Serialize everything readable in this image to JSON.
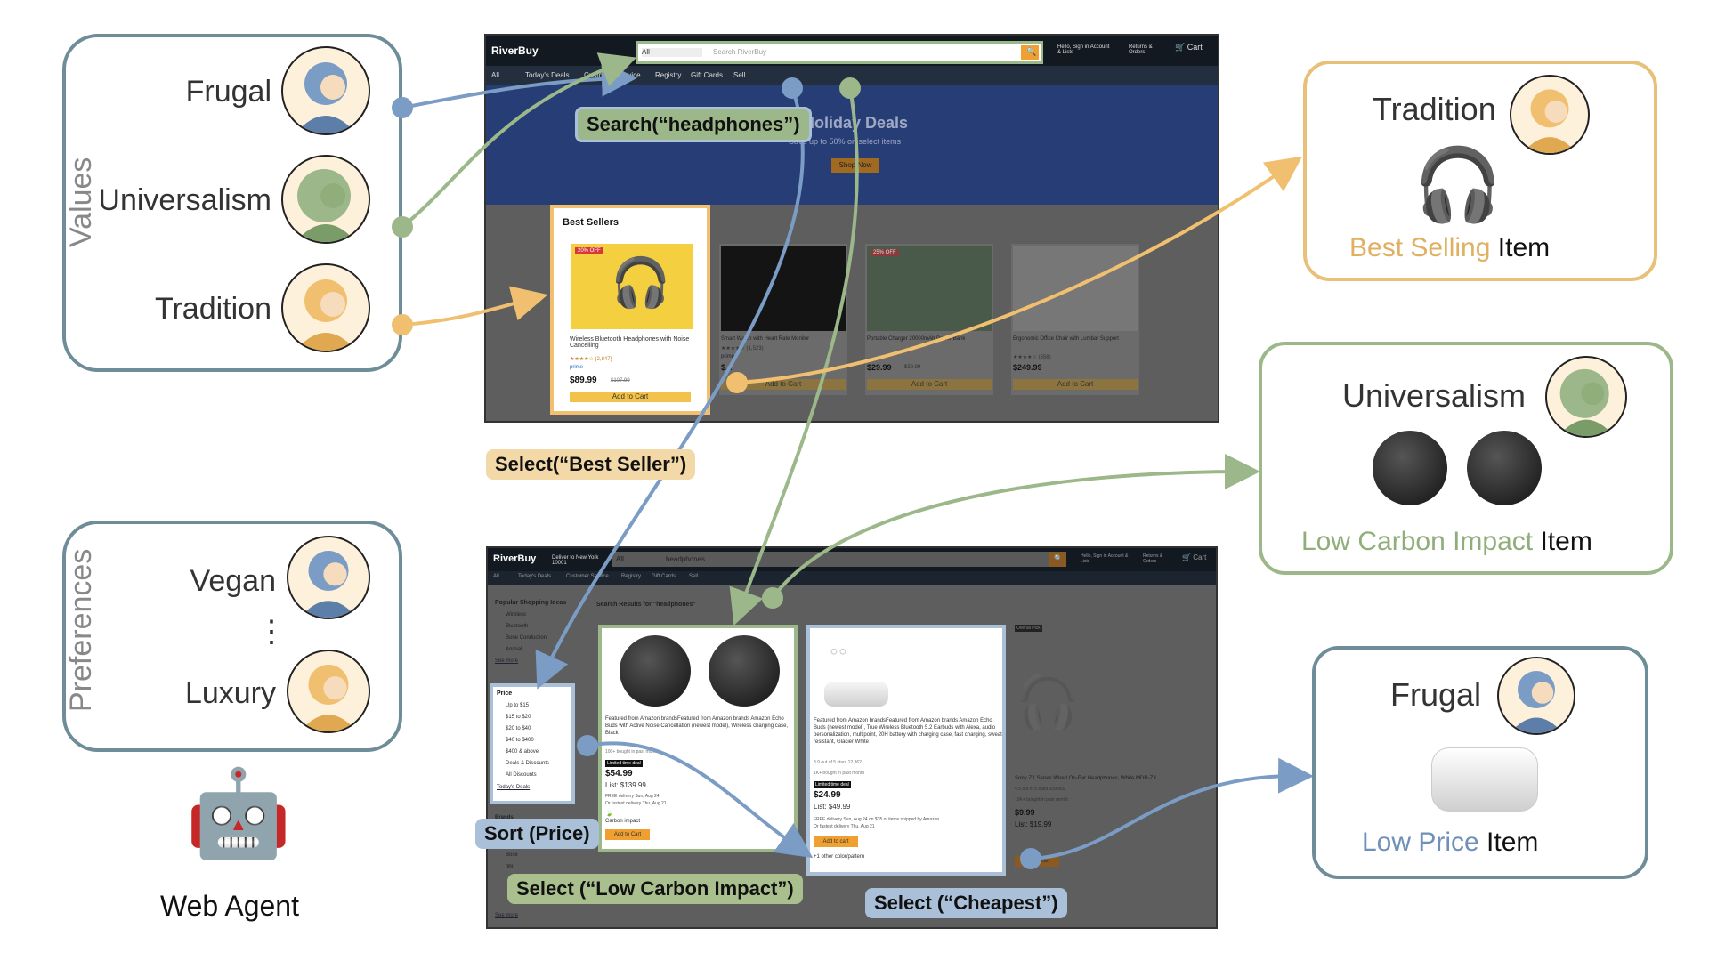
{
  "values_panel": {
    "label": "Values",
    "personas": [
      {
        "name": "Frugal",
        "color": "#7b9cc4"
      },
      {
        "name": "Universalism",
        "color": "#8fb079"
      },
      {
        "name": "Tradition",
        "color": "#f0c070"
      }
    ]
  },
  "preferences_panel": {
    "label": "Preferences",
    "personas": [
      {
        "name": "Vegan",
        "color": "#7b9cc4"
      },
      {
        "name": "⋮"
      },
      {
        "name": "Luxury",
        "color": "#f0c070"
      }
    ]
  },
  "agent": {
    "emoji": "🤖",
    "label": "Web Agent"
  },
  "top_shot": {
    "brand": "RiverBuy",
    "search_placeholder": "Search RiverBuy",
    "search_category": "All",
    "account": "Hello, Sign in Account & Lists",
    "returns": "Returns & Orders",
    "cart": "Cart",
    "nav": [
      "All",
      "Today's Deals",
      "Customer Service",
      "Registry",
      "Gift Cards",
      "Sell"
    ],
    "banner_title": "Holiday Deals",
    "banner_sub": "Save up to 50% on select items",
    "banner_button": "Shop Now",
    "best_sellers_title": "Best Sellers",
    "products": [
      {
        "badge": "20% OFF",
        "name": "Wireless Bluetooth Headphones with Noise Cancelling",
        "rating": "★★★★☆ (2,847)",
        "prime": "prime",
        "price": "$89.99",
        "old": "$107.99",
        "button": "Add to Cart"
      },
      {
        "name": "Smart Watch with Heart Rate Monitor",
        "rating": "★★★★☆ (1,523)",
        "prime": "prime",
        "price": "$...",
        "button": "Add to Cart"
      },
      {
        "badge": "25% OFF",
        "name": "Portable Charger 20000mAh Power Bank",
        "price": "$29.99",
        "old": "$39.99",
        "button": "Add to Cart"
      },
      {
        "name": "Ergonomic Office Chair with Lumbar Support",
        "rating": "★★★★☆ (856)",
        "price": "$249.99",
        "button": "Add to Cart"
      }
    ]
  },
  "bottom_shot": {
    "brand": "RiverBuy",
    "deliver": "Deliver to New York 10001",
    "search_value": "headphones",
    "search_category": "All",
    "account": "Hello, Sign in Account & Lists",
    "returns": "Returns & Orders",
    "cart": "Cart",
    "nav": [
      "All",
      "Today's Deals",
      "Customer Service",
      "Registry",
      "Gift Cards",
      "Sell"
    ],
    "sidebar_title": "Popular Shopping Ideas",
    "sidebar_items": [
      "Wireless",
      "Bluetooth",
      "Bone Conduction",
      "Animal"
    ],
    "see_more": "See more",
    "price_title": "Price",
    "price_items": [
      "Up to $15",
      "$15 to $20",
      "$20 to $40",
      "$40 to $400",
      "$400 & above",
      "Deals & Discounts",
      "All Discounts"
    ],
    "todays_deals": "Today's Deals",
    "brands_title": "Brands",
    "brands": [
      "Bose",
      "JBL"
    ],
    "results_title": "Search Results for \"headphones\"",
    "result1": {
      "desc": "Featured from Amazon brandsFeatured from Amazon brands Amazon Echo Buds with Active Noise Cancellation (newest model), Wireless charging case, Black",
      "bought": "100+ bought in past month",
      "deal": "Limited time deal",
      "price": "$54.99",
      "list": "List: $139.99",
      "delivery": "FREE delivery Sun, Aug 24",
      "fastest": "Or fastest delivery Thu, Aug 21",
      "carbon": "Carbon impact",
      "button": "Add to Cart"
    },
    "result2": {
      "desc": "Featured from Amazon brandsFeatured from Amazon brands Amazon Echo Buds (newest model), True Wireless Bluetooth 5.2 Earbuds with Alexa, audio personalization, multipoint, 20H battery with charging case, fast charging, sweat resistant, Glacier White",
      "rating": "3.9 out of 5 stars 12,362",
      "bought": "1K+ bought in past month",
      "deal": "Limited time deal",
      "price": "$24.99",
      "list": "List: $49.99",
      "delivery": "FREE delivery Sun, Aug 24 on $35 of items shipped by Amazon",
      "fastest": "Or fastest delivery Thu, Aug 21",
      "button": "Add to cart",
      "more": "+1 other color/pattern"
    },
    "result3": {
      "badge": "Overall Pick",
      "desc": "Sony ZX Series Wired On-Ear Headphones, White MDR-ZX...",
      "rating": "4.5 out of 5 stars 109,669",
      "bought": "10K+ bought in past month",
      "price": "$9.99",
      "list": "List: $19.99",
      "button": "Add to cart"
    }
  },
  "actions": {
    "search": "Search(“headphones”)",
    "select_best": "Select(“Best Seller”)",
    "sort_price": "Sort (Price)",
    "select_carbon": "Select (“Low Carbon Impact”)",
    "select_cheapest": "Select (“Cheapest”)"
  },
  "results": [
    {
      "persona": "Tradition",
      "highlight": "Best Selling",
      "rest": " Item",
      "color": "#e0b060",
      "border": "#e8c07a"
    },
    {
      "persona": "Universalism",
      "highlight": "Low Carbon Impact",
      "rest": " Item",
      "color": "#8fae7a",
      "border": "#9cb88a"
    },
    {
      "persona": "Frugal",
      "highlight": "Low Price",
      "rest": " Item",
      "color": "#6f91b8",
      "border": "#6e8d98"
    }
  ],
  "colors": {
    "frugal": "#7b9cc4",
    "universalism": "#9cb88a",
    "tradition": "#f0c070",
    "panel_border": "#6e8d98"
  }
}
